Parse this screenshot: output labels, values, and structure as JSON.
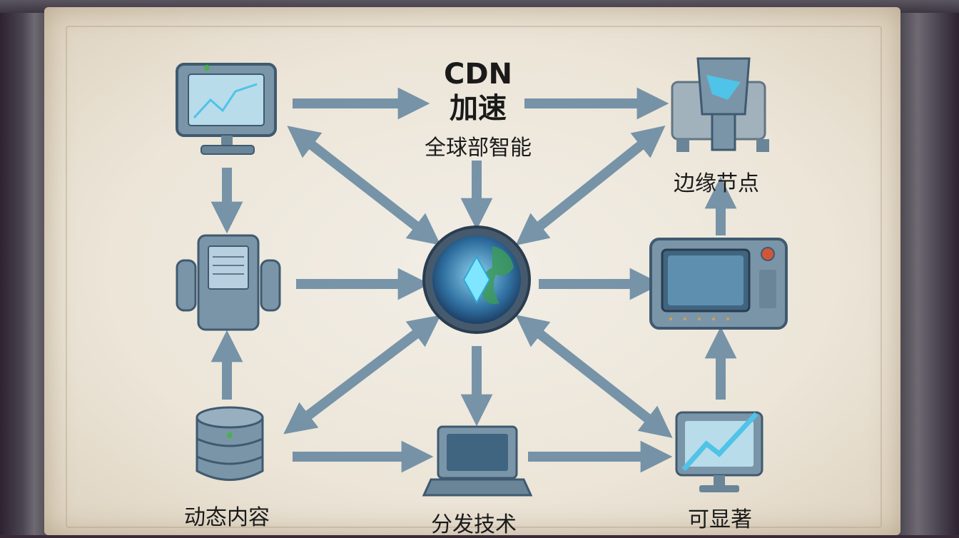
{
  "title": {
    "line1": "CDN",
    "line2": "加速",
    "subtitle": "全球部智能"
  },
  "labels": {
    "edge_nodes": "边缘节点",
    "dynamic_content": "动态内容",
    "distribution_tech": "分发技术",
    "significant": "可显著"
  },
  "colors": {
    "arrow": "#4f7796",
    "device_fill": "#7b95a8",
    "device_stroke": "#3f5a70",
    "screen": "#b8dcea",
    "accent": "#4fc3e8",
    "globe_land": "#3c9a5a"
  }
}
